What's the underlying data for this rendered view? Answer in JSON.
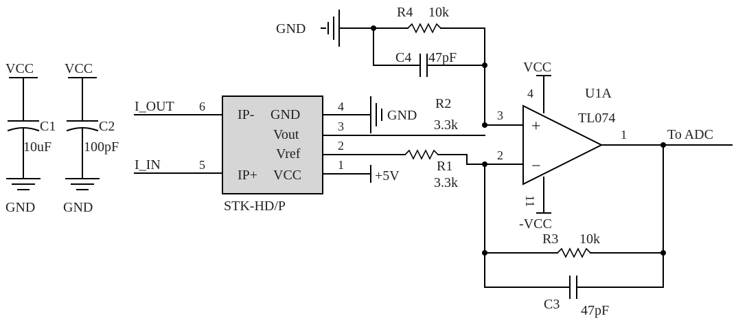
{
  "power": {
    "vcc": "VCC",
    "neg_vcc": "-VCC",
    "gnd": "GND",
    "plus5v": "+5V"
  },
  "caps": {
    "c1": {
      "ref": "C1",
      "value": "10uF"
    },
    "c2": {
      "ref": "C2",
      "value": "100pF"
    },
    "c3": {
      "ref": "C3",
      "value": "47pF"
    },
    "c4": {
      "ref": "C4",
      "value": "47pF"
    }
  },
  "resistors": {
    "r1": {
      "ref": "R1",
      "value": "3.3k"
    },
    "r2": {
      "ref": "R2",
      "value": "3.3k"
    },
    "r3": {
      "ref": "R3",
      "value": "10k"
    },
    "r4": {
      "ref": "R4",
      "value": "10k"
    }
  },
  "sensor": {
    "part": "STK-HD/P",
    "pins": {
      "ip_minus": "IP-",
      "ip_plus": "IP+",
      "gnd": "GND",
      "vout": "Vout",
      "vref": "Vref",
      "vcc": "VCC"
    },
    "pin_numbers": {
      "p6": "6",
      "p5": "5",
      "p4": "4",
      "p3": "3",
      "p2": "2",
      "p1": "1"
    }
  },
  "nets": {
    "i_out": "I_OUT",
    "i_in": "I_IN",
    "to_adc": "To ADC"
  },
  "opamp": {
    "ref": "U1A",
    "part": "TL074",
    "plus": "+",
    "minus": "−",
    "pin_nonInv": "3",
    "pin_inv": "2",
    "pin_out": "1",
    "pin_vpos": "4",
    "pin_vneg": "11"
  }
}
